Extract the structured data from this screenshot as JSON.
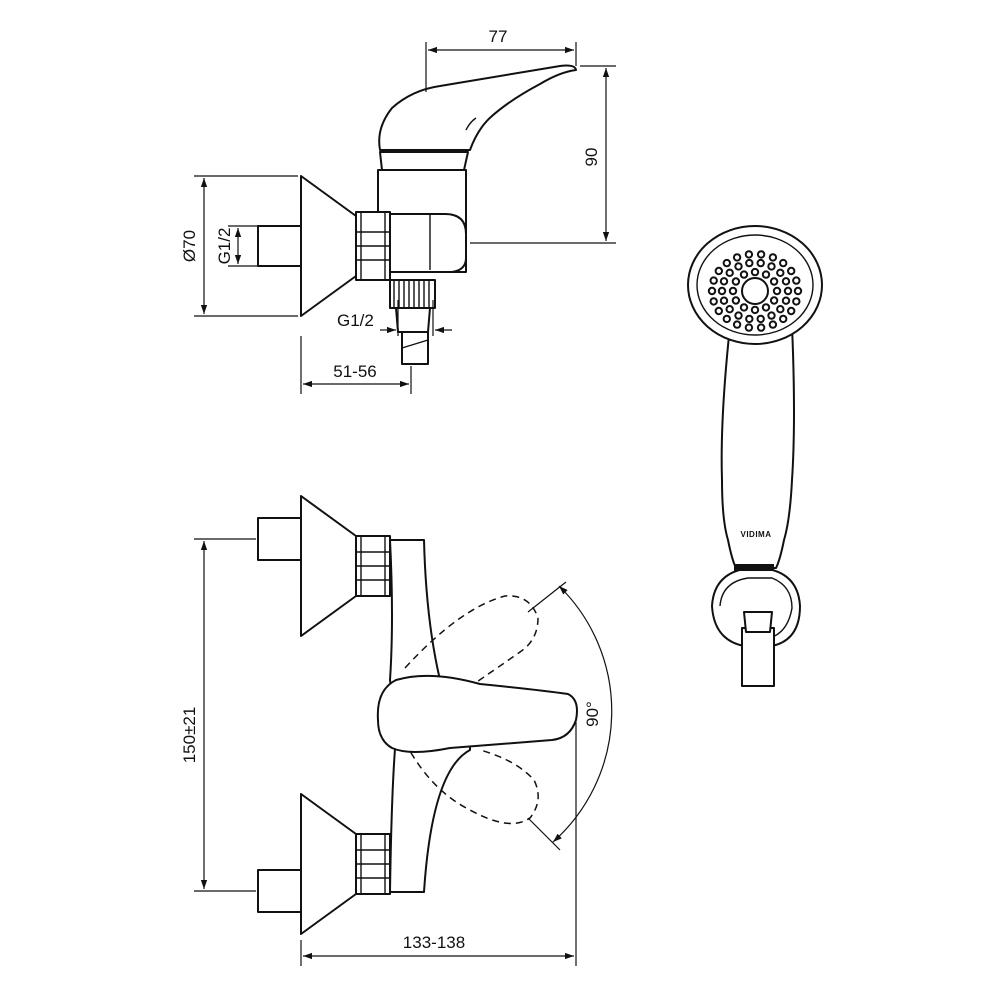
{
  "dimensions": {
    "top_spout_reach": "77",
    "top_height": "90",
    "flange_diameter": "Ø70",
    "inlet_thread": "G1/2",
    "outlet_thread": "G1/2",
    "wall_depth": "51-56",
    "inlet_spacing": "150±21",
    "overall_width": "133-138",
    "lever_rotation": "90°"
  },
  "handshower": {
    "brand": "VIDIMA"
  }
}
